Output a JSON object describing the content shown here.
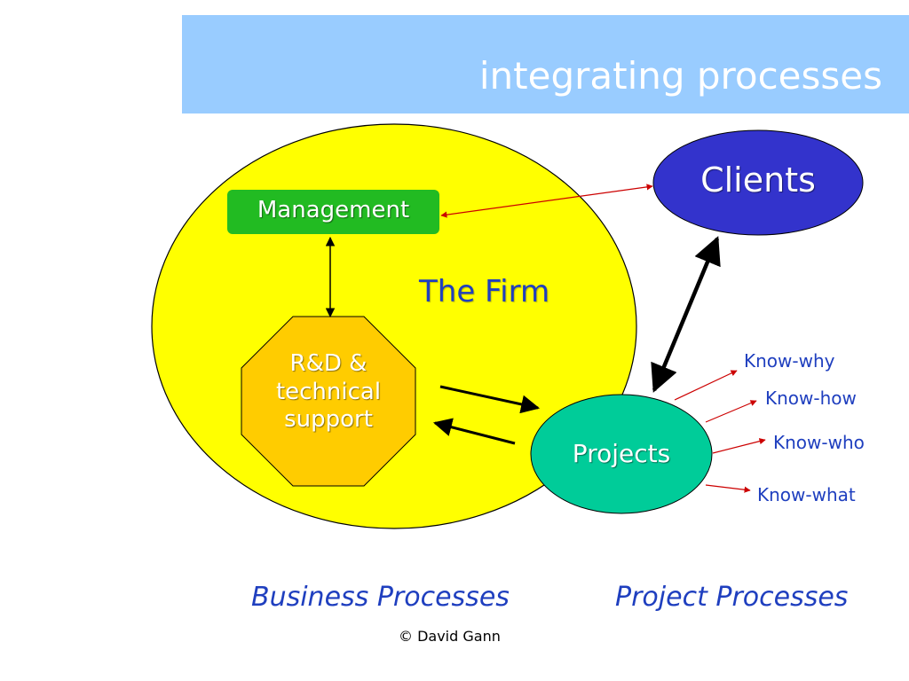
{
  "slide": {
    "title": "integrating processes",
    "copyright": "© David Gann"
  },
  "diagram": {
    "firm_label": "The Firm",
    "management_label": "Management",
    "rnd_label": "R&D & technical support",
    "clients_label": "Clients",
    "projects_label": "Projects",
    "knowledge": [
      "Know-why",
      "Know-how",
      "Know-who",
      "Know-what"
    ],
    "business_processes": "Business Processes",
    "project_processes": "Project Processes"
  },
  "colors": {
    "title_bar": "#99ccff",
    "firm_fill": "#ffff00",
    "management_fill": "#22bb22",
    "rnd_fill": "#ffcc00",
    "clients_fill": "#3333cc",
    "projects_fill": "#00cc99",
    "text_blue": "#1f3fbf",
    "arrow_red": "#cc0000"
  }
}
